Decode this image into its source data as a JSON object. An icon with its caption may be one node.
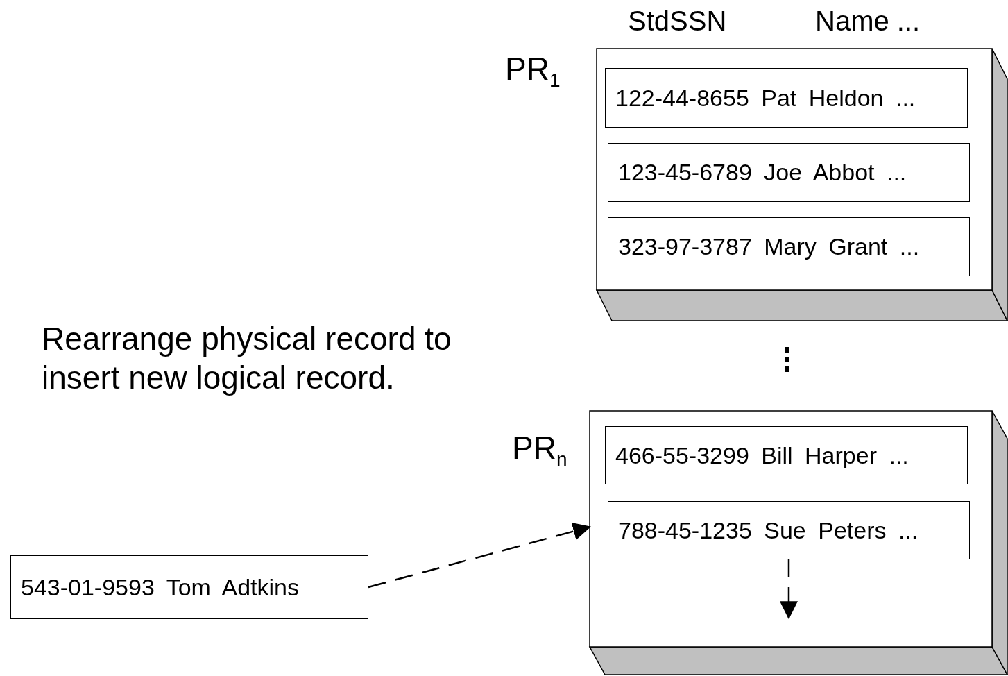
{
  "diagram": {
    "nodes": [
      {
        "text": [
          "PR$_{1}$"
        ]
      },
      {
        "text": [
          "122-44-8655 Pat Heldon ..."
        ],
        "in": 0
      },
      {
        "text": [
          "123-45-6789 Joe Abbot ..."
        ],
        "in": 0
      },
      {
        "text": [
          "323-97-3787 Mary Grant ..."
        ],
        "in": 0
      },
      {
        "text": [
          "PR$_{n}$"
        ]
      },
      {
        "text": [
          "466-55-3299 Bill Harper ..."
        ],
        "in": 4
      },
      {
        "text": [
          "788-45-1235 Sue Peters ..."
        ],
        "in": 4
      },
      {
        "text": [
          "543-01-9593 Tom Adtkins"
        ]
      }
    ],
    "edges": [
      {
        "from": 7,
        "to": 4,
        "arrow": "to",
        "style": "dashed"
      },
      {
        "from": 6,
        "to": null,
        "arrow": "to",
        "style": "dashed"
      }
    ],
    "labels": [
      "StdSSN",
      "Name ...",
      "Rearrange physical record to insert new logical record."
    ]
  }
}
